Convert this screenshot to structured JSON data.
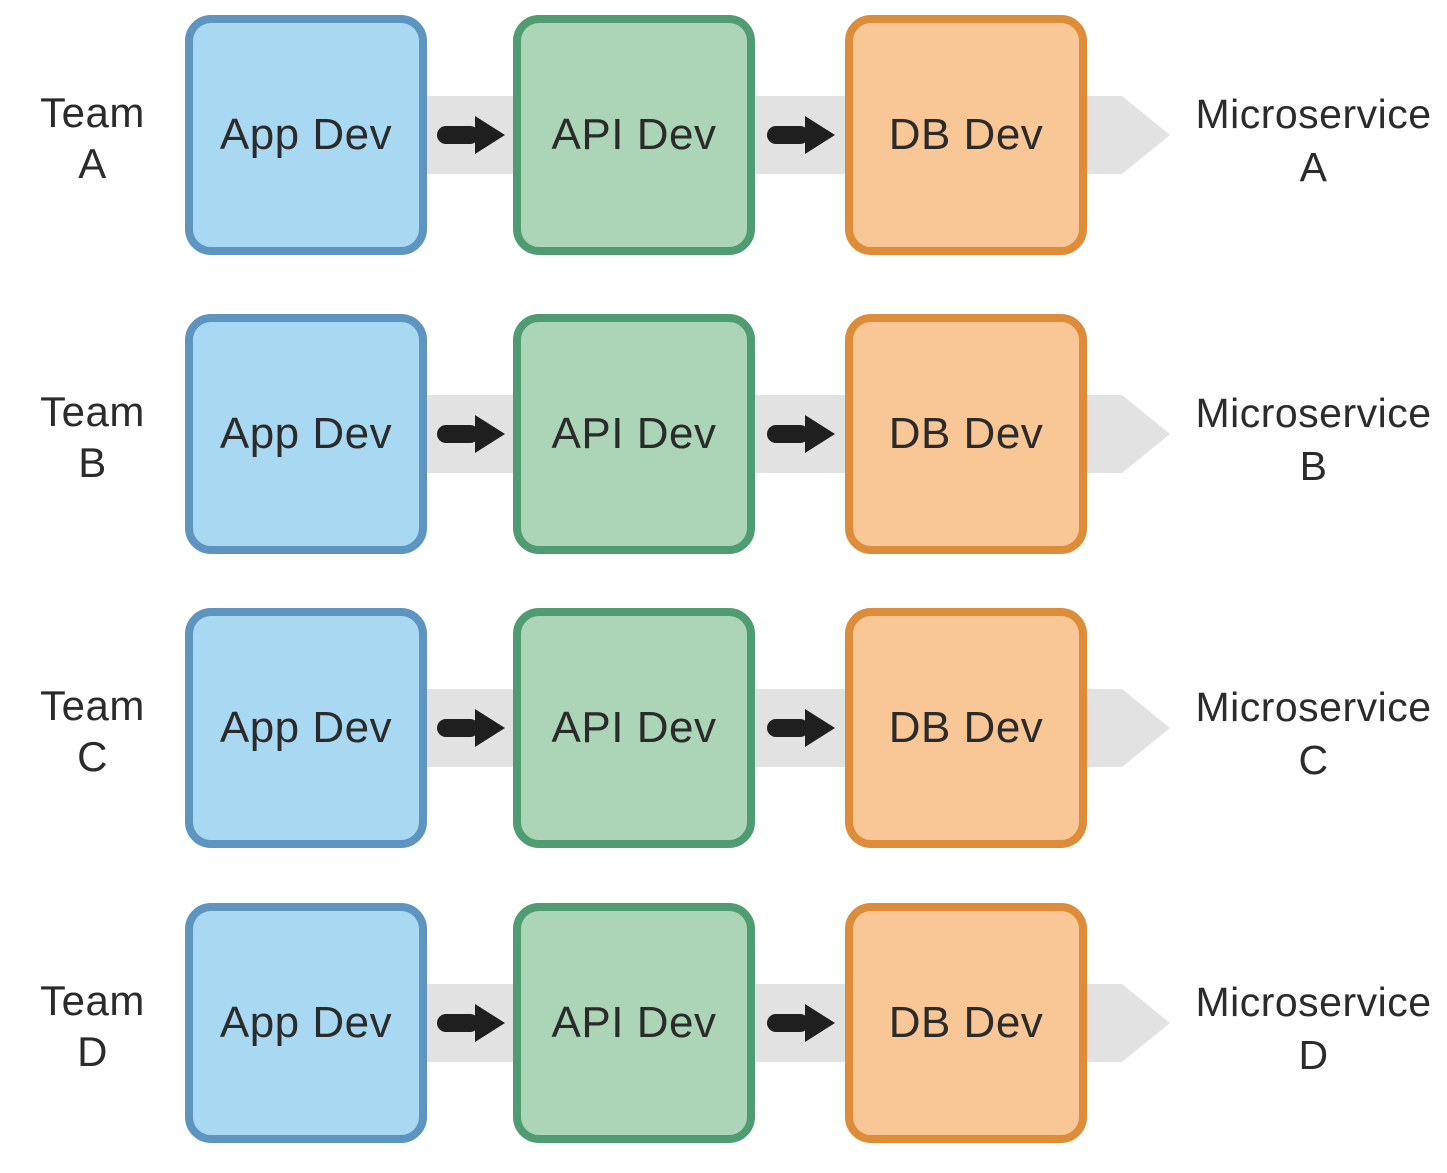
{
  "colors": {
    "background": "#ffffff",
    "app_fill": "#a9d9f2",
    "app_border": "#5d95c0",
    "api_fill": "#abd5b6",
    "api_border": "#4f9c72",
    "db_fill": "#f8c795",
    "db_border": "#dd8c3a",
    "band": "#e2e2e3",
    "arrow": "#1f1f1f",
    "text": "#2b2b2b"
  },
  "rows": [
    {
      "team_word": "Team",
      "team_letter": "A",
      "app_label": "App Dev",
      "api_label": "API Dev",
      "db_label": "DB Dev",
      "output_word": "Microservice",
      "output_letter": "A"
    },
    {
      "team_word": "Team",
      "team_letter": "B",
      "app_label": "App Dev",
      "api_label": "API Dev",
      "db_label": "DB Dev",
      "output_word": "Microservice",
      "output_letter": "B"
    },
    {
      "team_word": "Team",
      "team_letter": "C",
      "app_label": "App Dev",
      "api_label": "API Dev",
      "db_label": "DB Dev",
      "output_word": "Microservice",
      "output_letter": "C"
    },
    {
      "team_word": "Team",
      "team_letter": "D",
      "app_label": "App Dev",
      "api_label": "API Dev",
      "db_label": "DB Dev",
      "output_word": "Microservice",
      "output_letter": "D"
    }
  ]
}
